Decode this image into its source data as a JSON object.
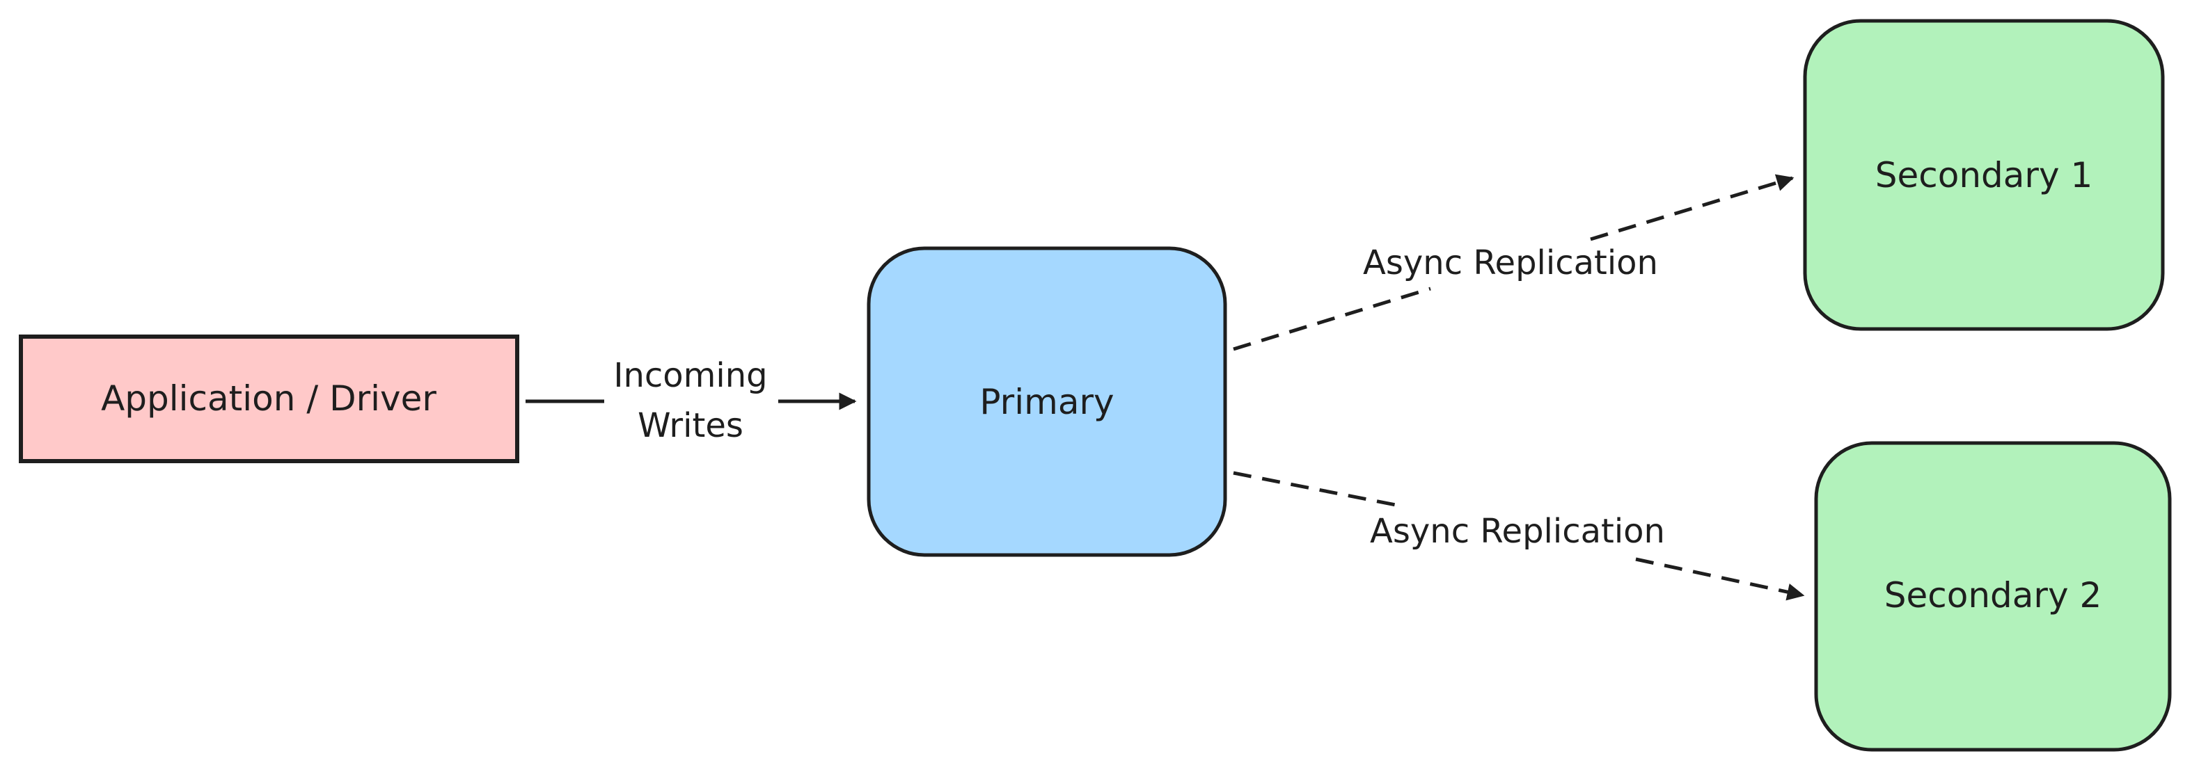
{
  "colors": {
    "stroke": "#1e1e1e",
    "application_fill": "#ffc9c9",
    "primary_fill": "#a5d8ff",
    "secondary_fill": "#b2f2bb"
  },
  "nodes": {
    "application": {
      "label": "Application / Driver"
    },
    "primary": {
      "label": "Primary"
    },
    "secondary1": {
      "label": "Secondary 1"
    },
    "secondary2": {
      "label": "Secondary 2"
    }
  },
  "edges": {
    "incoming": {
      "label_line1": "Incoming",
      "label_line2": "Writes",
      "style": "solid"
    },
    "replication1": {
      "label": "Async Replication",
      "style": "dashed"
    },
    "replication2": {
      "label": "Async Replication",
      "style": "dashed"
    }
  }
}
